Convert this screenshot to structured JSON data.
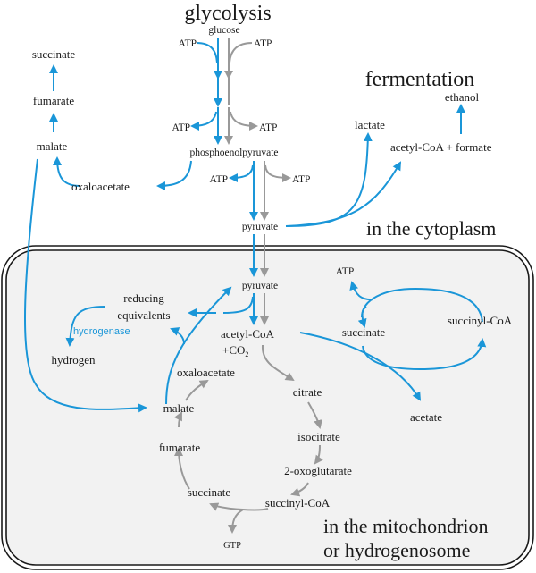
{
  "colors": {
    "anaerobic_pathway": "#1a96d8",
    "aerobic_pathway": "#999999",
    "organelle_fill": "#f2f2f2",
    "organelle_border": "#1a1a1a",
    "text": "#1a1a1a"
  },
  "headings": {
    "glycolysis": "glycolysis",
    "fermentation": "fermentation",
    "cytoplasm": "in the cytoplasm",
    "organelle_line1": "in the mitochondrion",
    "organelle_line2": "or hydrogenosome"
  },
  "cytoplasm": {
    "glucose": "glucose",
    "atp_in_left": "ATP",
    "atp_in_right": "ATP",
    "atp_mid_left": "ATP",
    "atp_mid_right": "ATP",
    "pep": "phosphoenolpyruvate",
    "atp_out_left": "ATP",
    "atp_out_right": "ATP",
    "pyruvate": "pyruvate",
    "oxaloacetate": "oxaloacetate",
    "malate": "malate",
    "fumarate": "fumarate",
    "succinate": "succinate",
    "lactate": "lactate",
    "acetylcoa_formate": "acetyl-CoA + formate",
    "ethanol": "ethanol"
  },
  "organelle": {
    "pyruvate": "pyruvate",
    "reducing_equivalents_1": "reducing",
    "reducing_equivalents_2": "equivalents",
    "hydrogenase": "hydrogenase",
    "hydrogen": "hydrogen",
    "acetylcoa": "acetyl-CoA",
    "co2_prefix": "+CO",
    "co2_sub": "2",
    "atp": "ATP",
    "succinate_loop": "succinate",
    "succinylcoa_loop": "succinyl-CoA",
    "acetate": "acetate",
    "oxaloacetate": "oxaloacetate",
    "citrate": "citrate",
    "isocitrate": "isocitrate",
    "oxoglutarate": "2-oxoglutarate",
    "succinylcoa": "succinyl-CoA",
    "succinate": "succinate",
    "fumarate": "fumarate",
    "malate": "malate",
    "gtp": "GTP"
  }
}
